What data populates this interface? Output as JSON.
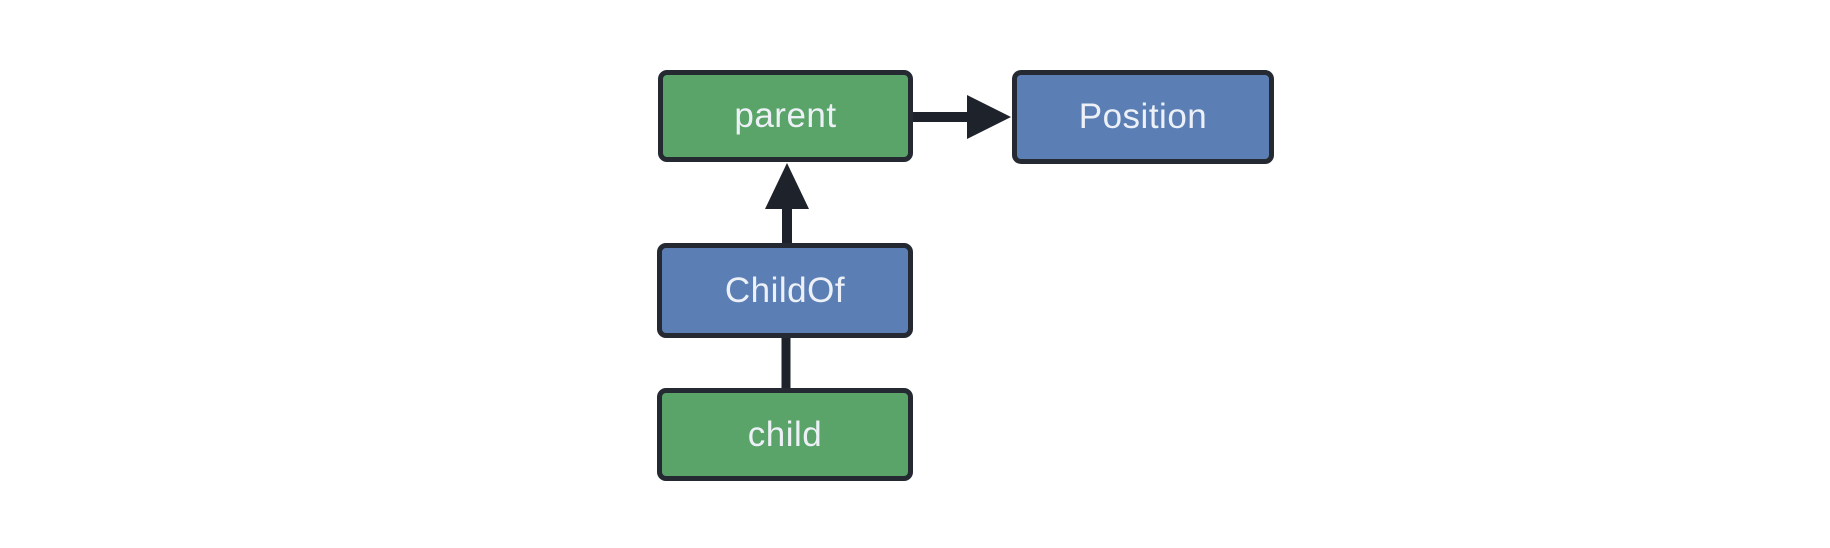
{
  "diagram": {
    "background": "#ffffff",
    "colors": {
      "entity_fill": "#5aa469",
      "component_fill": "#5b7fb5",
      "border": "#242932",
      "connector": "#1e232b",
      "text": "#edf1f7"
    },
    "nodes": [
      {
        "id": "parent",
        "label": "parent",
        "type": "entity"
      },
      {
        "id": "Position",
        "label": "Position",
        "type": "component"
      },
      {
        "id": "ChildOf",
        "label": "ChildOf",
        "type": "component"
      },
      {
        "id": "child",
        "label": "child",
        "type": "entity"
      }
    ],
    "edges": [
      {
        "from": "parent",
        "to": "Position",
        "style": "arrow",
        "direction": "right"
      },
      {
        "from": "ChildOf",
        "to": "parent",
        "style": "arrow",
        "direction": "up"
      },
      {
        "from": "child",
        "to": "ChildOf",
        "style": "line",
        "direction": "up"
      }
    ]
  }
}
